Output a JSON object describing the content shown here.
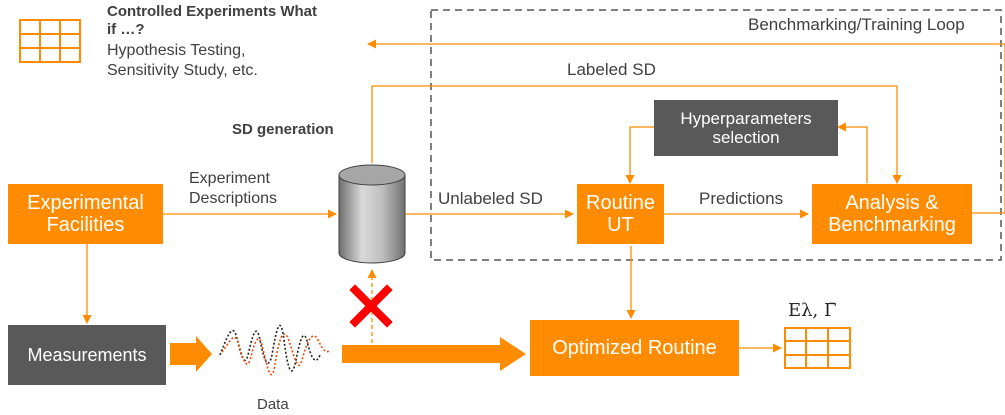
{
  "colors": {
    "accent": "#FF8C00",
    "box_grey": "#595959",
    "text": "#404040",
    "dashed_region": "#404040",
    "cross": "#FF0000"
  },
  "controlled": {
    "title_line1": "Controlled Experiments What",
    "title_line2": "if …?",
    "desc_line1": "Hypothesis Testing,",
    "desc_line2": "Sensitivity Study, etc."
  },
  "loop_label": "Benchmarking/Training Loop",
  "labeled_sd": "Labeled SD",
  "sd_generation": "SD generation",
  "unlabeled_sd": "Unlabeled SD",
  "predictions": "Predictions",
  "experiment_descriptions": {
    "line1": "Experiment",
    "line2": "Descriptions"
  },
  "boxes": {
    "experimental_facilities": {
      "line1": "Experimental",
      "line2": "Facilities"
    },
    "hyperparameters": {
      "line1": "Hyperparameters",
      "line2": "selection"
    },
    "routine_ut": {
      "line1": "Routine",
      "line2": "UT"
    },
    "analysis": {
      "line1": "Analysis &",
      "line2": "Benchmarking"
    },
    "measurements": "Measurements",
    "optimized_routine": "Optimized Routine"
  },
  "data_label": "Data",
  "output_label": "Eλ, Γ̄",
  "icons": [
    "table-icon",
    "database-cylinder-icon",
    "waveform-icon",
    "cross-icon",
    "arrow-icon"
  ]
}
